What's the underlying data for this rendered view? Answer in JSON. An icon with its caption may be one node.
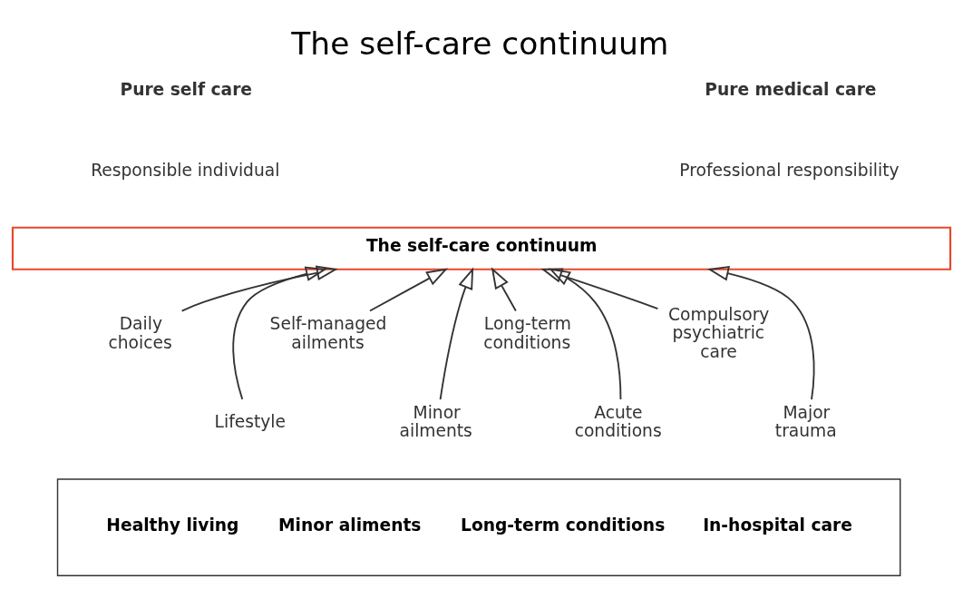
{
  "diagram": {
    "title": "The self-care continuum",
    "nodes": [
      {
        "text": [
          "The self-care continuum"
        ]
      },
      {
        "text": [
          "Daily choices"
        ]
      },
      {
        "text": [
          "Lifestyle"
        ]
      },
      {
        "text": [
          "Self-managed ailments"
        ]
      },
      {
        "text": [
          "Minor ailments"
        ]
      },
      {
        "text": [
          "Long-term conditions"
        ]
      },
      {
        "text": [
          "Acute conditions"
        ]
      },
      {
        "text": [
          "Compulsory psychiatric care"
        ]
      },
      {
        "text": [
          "Major trauma"
        ]
      },
      {
        "text": [
          "Healthy living",
          "Minor aliments",
          "Long-term conditions",
          "In-hospital care"
        ]
      }
    ],
    "edges": [
      {
        "from": 1,
        "to": 0,
        "arrow": "to"
      },
      {
        "from": 2,
        "to": 0,
        "arrow": "to"
      },
      {
        "from": 3,
        "to": 0,
        "arrow": "to"
      },
      {
        "from": 4,
        "to": 0,
        "arrow": "to"
      },
      {
        "from": 5,
        "to": 0,
        "arrow": "to"
      },
      {
        "from": 6,
        "to": 0,
        "arrow": "to"
      },
      {
        "from": 7,
        "to": 0,
        "arrow": "to"
      },
      {
        "from": 8,
        "to": 0,
        "arrow": "to"
      }
    ],
    "labels": [
      "Pure self care",
      "Pure medical care",
      "Responsible individual",
      "Professional responsibility"
    ]
  }
}
